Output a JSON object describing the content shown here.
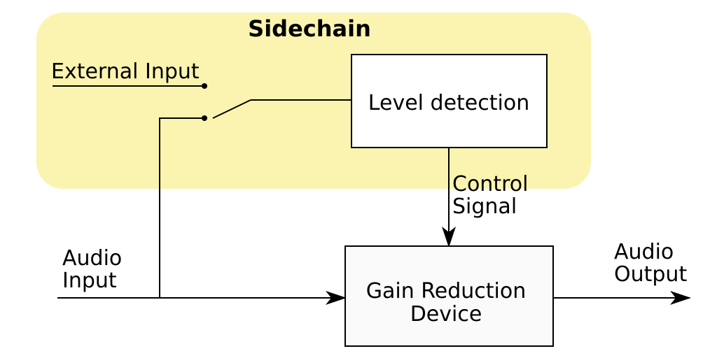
{
  "sidechain": {
    "title": "Sidechain",
    "color": "#fbf4b0",
    "external_input_label": "External Input",
    "level_detection_label": "Level detection"
  },
  "control_signal": {
    "line1": "Control",
    "line2": "Signal"
  },
  "audio_input": {
    "line1": "Audio",
    "line2": "Input"
  },
  "gain_reduction": {
    "line1": "Gain Reduction",
    "line2": "Device",
    "fill": "#fafafa"
  },
  "audio_output": {
    "line1": "Audio",
    "line2": "Output"
  }
}
